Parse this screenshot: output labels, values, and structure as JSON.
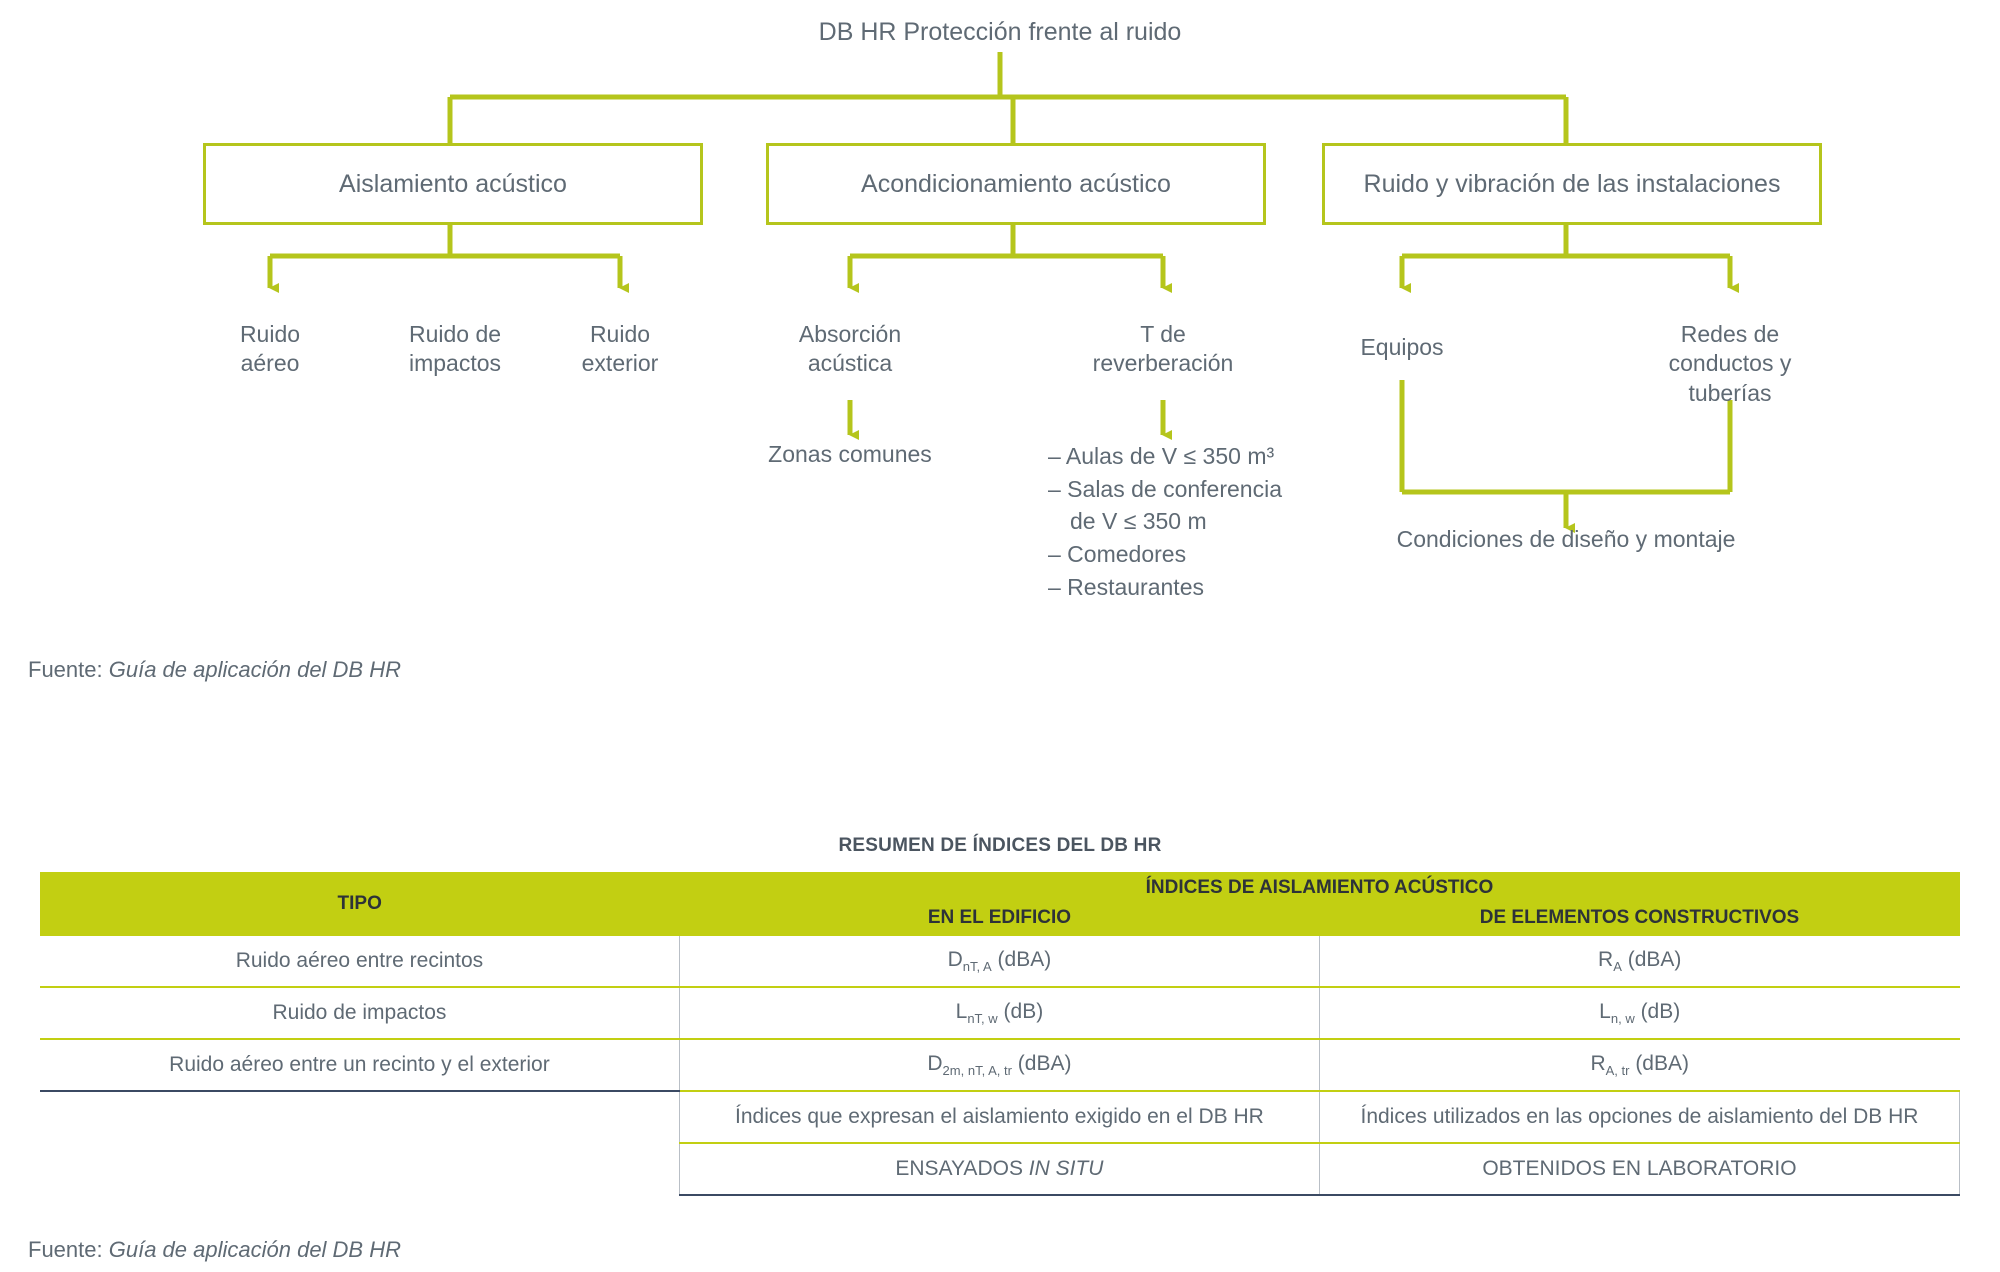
{
  "colors": {
    "accent_green": "#c2cf12",
    "box_border_green": "#b5c51c",
    "text_grey": "#5f6a74",
    "header_text": "#2d3238",
    "rule_dark": "#3b4a63"
  },
  "diagram": {
    "root": "DB HR Protección frente al ruido",
    "branches": [
      {
        "box": "Aislamiento acústico",
        "leaves": [
          "Ruido\naéreo",
          "Ruido de\nimpactos",
          "Ruido\nexterior"
        ]
      },
      {
        "box": "Acondicionamiento acústico",
        "leaves": [
          "Absorción\nacústica",
          "T de\nreverberación"
        ],
        "sub_absorcion": "Zonas comunes",
        "sub_reverberacion": [
          "– Aulas de V ≤ 350 m³",
          "– Salas de conferencia",
          "de V ≤ 350 m",
          "– Comedores",
          "– Restaurantes"
        ]
      },
      {
        "box": "Ruido y vibración de las instalaciones",
        "leaves": [
          "Equipos",
          "Redes de\nconductos y\ntuberías"
        ],
        "merge": "Condiciones de diseño y montaje"
      }
    ]
  },
  "caption_top": {
    "label": "Fuente:",
    "source": "Guía de aplicación del DB HR"
  },
  "caption_bottom": {
    "label": "Fuente:",
    "source": "Guía de aplicación del DB HR"
  },
  "table": {
    "title": "RESUMEN DE ÍNDICES DEL DB HR",
    "header": {
      "tipo": "TIPO",
      "group": "ÍNDICES DE AISLAMIENTO ACÚSTICO",
      "sub_left": "EN EL EDIFICIO",
      "sub_right": "DE ELEMENTOS CONSTRUCTIVOS"
    },
    "rows": [
      {
        "tipo": "Ruido aéreo entre recintos",
        "edificio_base": "D",
        "edificio_sub": "nT, A",
        "edificio_unit": " (dBA)",
        "elemento_base": "R",
        "elemento_sub": "A",
        "elemento_unit": " (dBA)"
      },
      {
        "tipo": "Ruido de impactos",
        "edificio_base": "L",
        "edificio_sub": "nT, w",
        "edificio_unit": " (dB)",
        "elemento_base": "L",
        "elemento_sub": "n, w",
        "elemento_unit": " (dB)"
      },
      {
        "tipo": "Ruido aéreo entre un recinto y el exterior",
        "edificio_base": "D",
        "edificio_sub": "2m, nT, A, tr",
        "edificio_unit": " (dBA)",
        "elemento_base": "R",
        "elemento_sub": "A, tr",
        "elemento_unit": " (dBA)"
      }
    ],
    "note_row": {
      "edificio": "Índices que expresan el aislamiento exigido en el DB HR",
      "elemento": "Índices utilizados en las opciones de aislamiento del DB HR"
    },
    "final_row": {
      "edificio_pre": "ENSAYADOS ",
      "edificio_italic": "IN SITU",
      "elemento": "OBTENIDOS EN LABORATORIO"
    }
  }
}
